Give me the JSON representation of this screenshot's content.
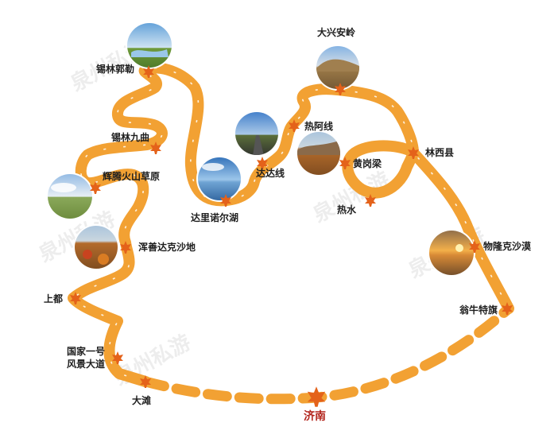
{
  "route": {
    "stops": [
      {
        "id": "xilinguole",
        "label": "锡林郭勒"
      },
      {
        "id": "xilin-jiuqu",
        "label": "锡林九曲"
      },
      {
        "id": "huiteng",
        "label": "辉腾火山草原"
      },
      {
        "id": "hunshandake",
        "label": "浑善达克沙地"
      },
      {
        "id": "shangdu",
        "label": "上都"
      },
      {
        "id": "guojia-1",
        "label": "国家一号"
      },
      {
        "id": "guojia-2",
        "label": "风景大道"
      },
      {
        "id": "datan",
        "label": "大滩"
      },
      {
        "id": "jinan",
        "label": "济南"
      },
      {
        "id": "wengniute",
        "label": "翁牛特旗"
      },
      {
        "id": "wulongke",
        "label": "物隆克沙漠"
      },
      {
        "id": "linxi",
        "label": "林西县"
      },
      {
        "id": "daxinganling",
        "label": "大兴安岭"
      },
      {
        "id": "huanggangliang",
        "label": "黄岗梁"
      },
      {
        "id": "reshui",
        "label": "热水"
      },
      {
        "id": "reaxian",
        "label": "热阿线"
      },
      {
        "id": "dadaxian",
        "label": "达达线"
      },
      {
        "id": "dalinuoer",
        "label": "达里诺尔湖"
      }
    ],
    "colors": {
      "road": "#f2a133",
      "road_dashed": "#f2a133",
      "marker": "#e4621a",
      "arrow": "#ffffff",
      "destination_text": "#b3261e"
    }
  },
  "watermark": "泉州私游"
}
